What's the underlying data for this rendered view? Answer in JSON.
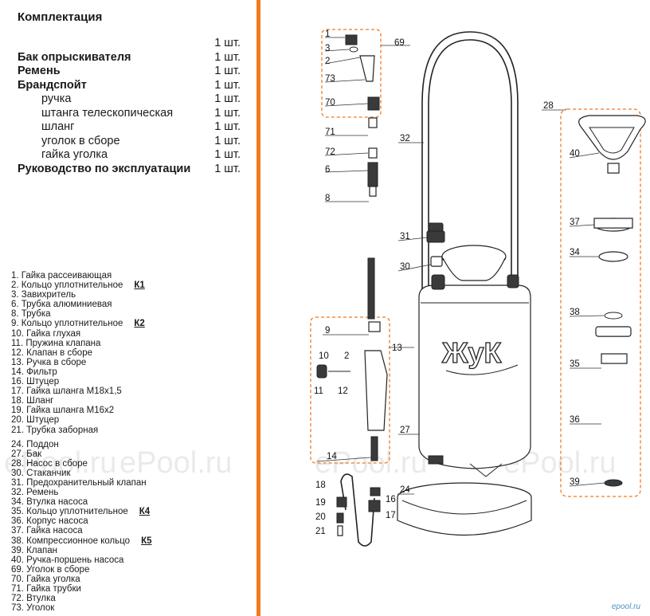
{
  "title": "Комплектация",
  "accent_color": "#f07a22",
  "kit": [
    {
      "name": "",
      "qty": "1 шт.",
      "style": "plain"
    },
    {
      "name": "Бак опрыскивателя",
      "qty": "1 шт.",
      "style": "bold"
    },
    {
      "name": "Ремень",
      "qty": "1 шт.",
      "style": "bold"
    },
    {
      "name": "Брандспойт",
      "qty": "1 шт.",
      "style": "bold"
    },
    {
      "name": "ручка",
      "qty": "1 шт.",
      "style": "sub"
    },
    {
      "name": "штанга телескопическая",
      "qty": "1 шт.",
      "style": "sub"
    },
    {
      "name": "шланг",
      "qty": "1 шт.",
      "style": "sub"
    },
    {
      "name": "уголок в сборе",
      "qty": "1 шт.",
      "style": "sub"
    },
    {
      "name": "гайка уголка",
      "qty": "1 шт.",
      "style": "sub"
    },
    {
      "name": "Руководство по эксплуатации",
      "qty": "1 шт.",
      "style": "bold"
    }
  ],
  "parts_group1": [
    {
      "text": "1. Гайка рассеивающая",
      "code": ""
    },
    {
      "text": "2. Кольцо уплотнительное",
      "code": "К1"
    },
    {
      "text": "3. Завихритель",
      "code": ""
    },
    {
      "text": "6. Трубка алюминиевая",
      "code": ""
    },
    {
      "text": "8. Трубка",
      "code": ""
    },
    {
      "text": "9. Кольцо уплотнительное",
      "code": "К2"
    },
    {
      "text": "10. Гайка глухая",
      "code": ""
    },
    {
      "text": "11. Пружина клапана",
      "code": ""
    },
    {
      "text": "12. Клапан в сборе",
      "code": ""
    },
    {
      "text": "13. Ручка в сборе",
      "code": ""
    },
    {
      "text": "14. Фильтр",
      "code": ""
    },
    {
      "text": "16. Штуцер",
      "code": ""
    },
    {
      "text": "17. Гайка шланга М18х1,5",
      "code": ""
    },
    {
      "text": "18. Шланг",
      "code": ""
    },
    {
      "text": "19. Гайка шланга М16х2",
      "code": ""
    },
    {
      "text": "20. Штуцер",
      "code": ""
    },
    {
      "text": "21. Трубка заборная",
      "code": ""
    }
  ],
  "parts_group2": [
    {
      "text": "24. Поддон",
      "code": ""
    },
    {
      "text": "27. Бак",
      "code": ""
    },
    {
      "text": "28. Насос в сборе",
      "code": ""
    },
    {
      "text": "30. Стаканчик",
      "code": ""
    },
    {
      "text": "31. Предохранительный клапан",
      "code": ""
    },
    {
      "text": "32. Ремень",
      "code": ""
    },
    {
      "text": "34. Втулка насоса",
      "code": ""
    },
    {
      "text": "35. Кольцо уплотнительное",
      "code": "К4"
    },
    {
      "text": "36. Корпус насоса",
      "code": ""
    },
    {
      "text": "37. Гайка насоса",
      "code": ""
    },
    {
      "text": "38. Компрессионное кольцо",
      "code": "К5"
    },
    {
      "text": "39. Клапан",
      "code": ""
    },
    {
      "text": "40. Ручка-поршень насоса",
      "code": ""
    },
    {
      "text": "69. Уголок в сборе",
      "code": ""
    },
    {
      "text": "70. Гайка уголка",
      "code": ""
    },
    {
      "text": "71. Гайка трубки",
      "code": ""
    },
    {
      "text": "72. Втулка",
      "code": ""
    },
    {
      "text": "73. Уголок",
      "code": ""
    }
  ],
  "diagram": {
    "tank_logo": "ЖуК",
    "callouts": {
      "c1": "1",
      "c3": "3",
      "c2": "2",
      "c73": "73",
      "c70": "70",
      "c69": "69",
      "c71": "71",
      "c72": "72",
      "c6": "6",
      "c8": "8",
      "c32": "32",
      "c28": "28",
      "c31": "31",
      "c30": "30",
      "c40": "40",
      "c37": "37",
      "c34": "34",
      "c38": "38",
      "c35": "35",
      "c36": "36",
      "c39": "39",
      "c9": "9",
      "c13": "13",
      "c10": "10",
      "c2b": "2",
      "c11": "11",
      "c12": "12",
      "c27": "27",
      "c14": "14",
      "c24": "24",
      "c18": "18",
      "c16": "16",
      "c19": "19",
      "c20": "20",
      "c17": "17",
      "c21": "21"
    }
  },
  "watermark": "ePool.ru",
  "site_logo": "epool.ru"
}
